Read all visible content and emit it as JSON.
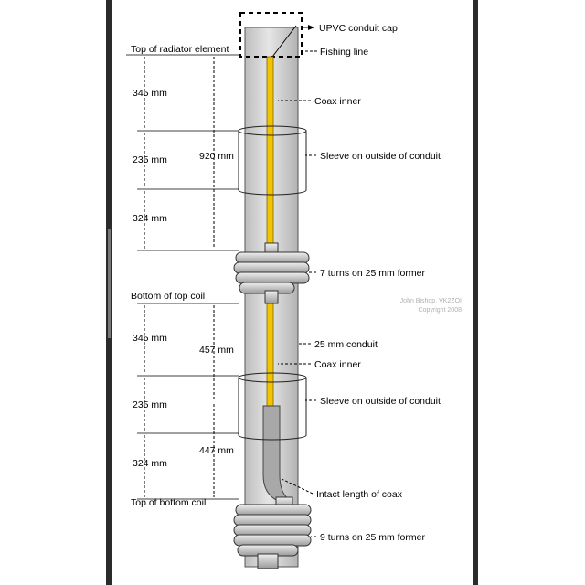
{
  "labels": {
    "upvc_cap": "UPVC conduit cap",
    "fishing_line": "Fishing line",
    "coax_inner_top": "Coax inner",
    "sleeve_top": "Sleeve on outside of conduit",
    "turns_top": "7 turns on 25 mm former",
    "conduit": "25 mm conduit",
    "coax_inner_bottom": "Coax inner",
    "sleeve_bottom": "Sleeve on outside of conduit",
    "intact_coax": "Intact length of coax",
    "turns_bottom": "9 turns on 25 mm former"
  },
  "left_labels": {
    "top_radiator": "Top of radiator element",
    "bottom_top_coil": "Bottom of top coil",
    "top_bottom_coil": "Top of bottom coil"
  },
  "dimensions": {
    "upper_1": "345 mm",
    "upper_2": "235 mm",
    "upper_3": "324 mm",
    "upper_total": "920 mm",
    "lower_1": "345 mm",
    "lower_2": "235 mm",
    "lower_3": "324 mm",
    "lower_a": "457 mm",
    "lower_b": "447 mm"
  },
  "credit": {
    "line1": "John Bishop, VK2ZOI",
    "line2": "Copyright 2008"
  },
  "colors": {
    "coax_inner": "#f2c400",
    "conduit": "#d4d4d4",
    "coil": "#c9c9c9"
  }
}
